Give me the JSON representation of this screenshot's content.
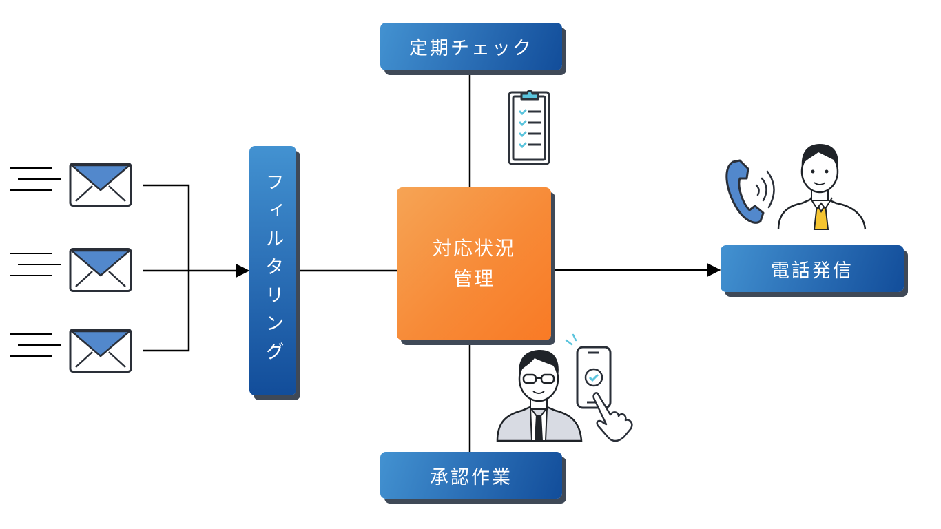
{
  "diagram": {
    "nodes": {
      "periodic_check": "定期チェック",
      "filtering": "フィルタリング",
      "status_management_line1": "対応状況",
      "status_management_line2": "管理",
      "phone_call": "電話発信",
      "approval": "承認作業"
    },
    "icons": {
      "mail": "envelope-icon",
      "clipboard": "checklist-clipboard-icon",
      "phone_person": "phone-call-person-icon",
      "approver": "approver-smartphone-icon"
    },
    "edges": [
      {
        "from": "mail-1",
        "to": "filtering"
      },
      {
        "from": "mail-2",
        "to": "filtering"
      },
      {
        "from": "mail-3",
        "to": "filtering"
      },
      {
        "from": "filtering",
        "to": "status_management"
      },
      {
        "from": "status_management",
        "to": "phone_call"
      },
      {
        "from": "periodic_check",
        "to": "status_management"
      },
      {
        "from": "approval",
        "to": "status_management"
      }
    ],
    "colors": {
      "blue_node": "#2b6fb6",
      "orange_node": "#f78a37",
      "shadow": "#3f4957",
      "mail_flap": "#5288cc",
      "accent_cyan": "#5bc4dd",
      "tie_yellow": "#f4c431"
    }
  }
}
